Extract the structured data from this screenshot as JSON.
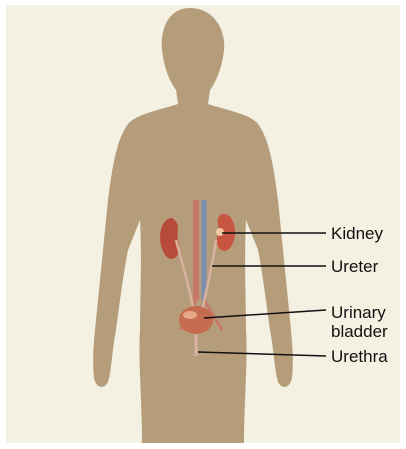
{
  "labels": {
    "kidney": "Kidney",
    "ureter": "Ureter",
    "urinary_bladder": "Urinary\nbladder",
    "urethra": "Urethra"
  },
  "colors": {
    "background": "#f4f0e2",
    "body": "#b59d7b",
    "kidney": "#b84a3a",
    "vessel": "#c9776a",
    "bladder": "#c56b4e",
    "leader_line": "#111111"
  }
}
